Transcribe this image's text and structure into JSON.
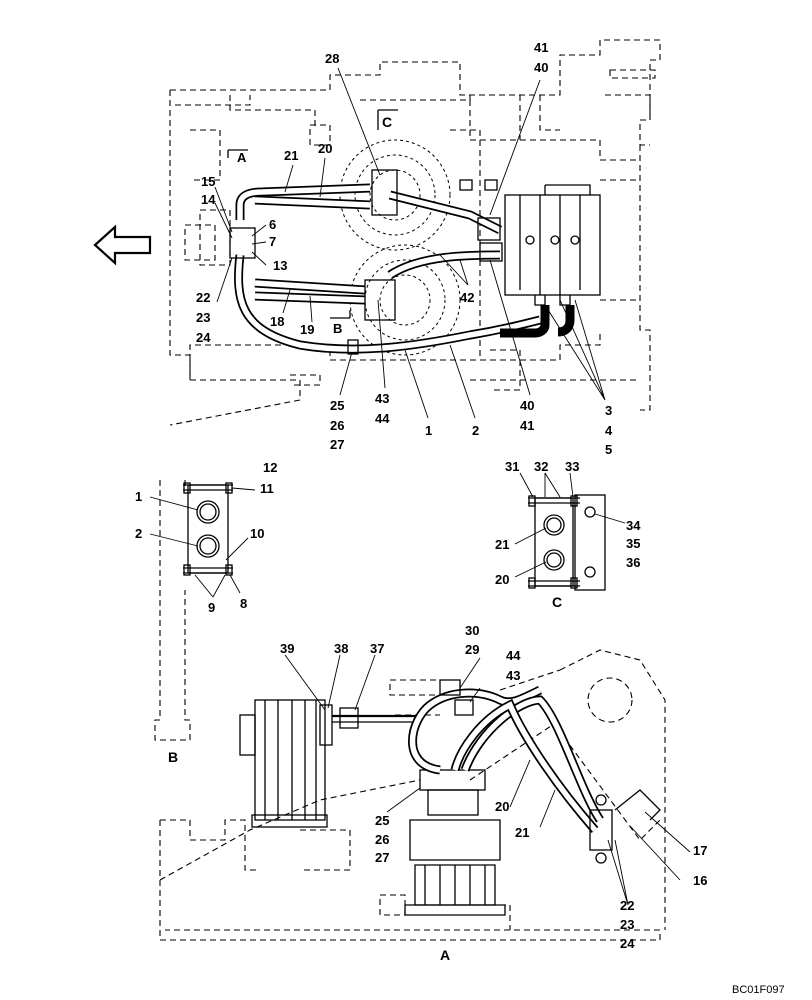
{
  "diagram": {
    "view_labels": {
      "view_a_marker": "A",
      "view_b_marker": "B",
      "view_c_marker": "C",
      "view_b_caption": "B",
      "view_c_caption": "C",
      "view_a_caption": "A"
    },
    "drawing_code": "BC01F097",
    "callouts_main": [
      "28",
      "41",
      "40",
      "21",
      "20",
      "15",
      "14",
      "6",
      "7",
      "13",
      "22",
      "23",
      "24",
      "18",
      "19",
      "42",
      "43",
      "44",
      "25",
      "26",
      "27",
      "1",
      "2",
      "40",
      "41",
      "3",
      "4",
      "5"
    ],
    "callouts_view_b": [
      "12",
      "11",
      "1",
      "2",
      "10",
      "9",
      "8"
    ],
    "callouts_view_c": [
      "31",
      "32",
      "33",
      "34",
      "35",
      "36",
      "21",
      "20"
    ],
    "callouts_view_a": [
      "30",
      "29",
      "44",
      "43",
      "39",
      "38",
      "37",
      "25",
      "26",
      "27",
      "20",
      "21",
      "17",
      "16",
      "22",
      "23",
      "24"
    ]
  }
}
